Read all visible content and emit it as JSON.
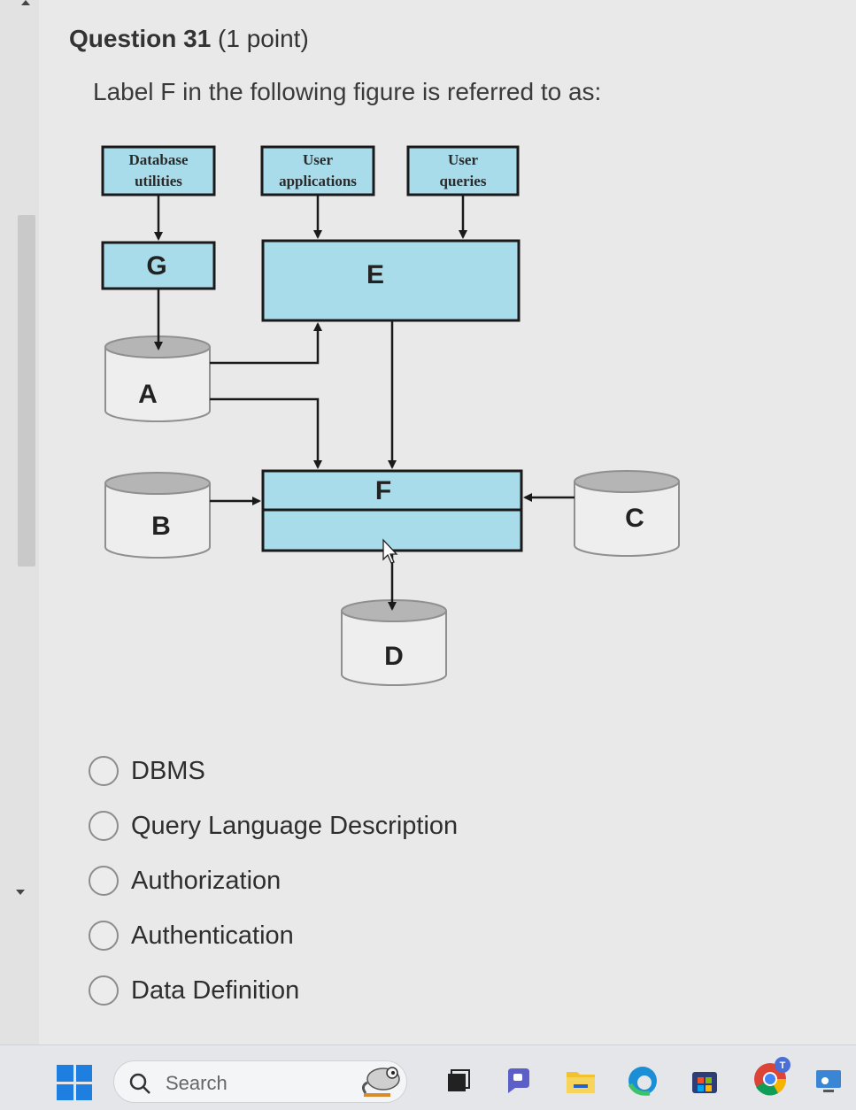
{
  "question": {
    "number_label": "Question 31",
    "points_label": "(1 point)",
    "prompt": "Label F in the following figure is referred to as:"
  },
  "figure": {
    "boxes": {
      "database_utilities": [
        "Database",
        "utilities"
      ],
      "user_applications": [
        "User",
        "applications"
      ],
      "user_queries": [
        "User",
        "queries"
      ]
    },
    "labels": {
      "g": "G",
      "e": "E",
      "f": "F",
      "a": "A",
      "b": "B",
      "c": "C",
      "d": "D"
    },
    "colors": {
      "box_fill": "#a9dcea",
      "box_stroke": "#1a1a1a",
      "cylinder_body": "#eeeeee",
      "cylinder_top": "#b5b5b5"
    }
  },
  "options": [
    {
      "label": "DBMS"
    },
    {
      "label": "Query Language Description"
    },
    {
      "label": "Authorization"
    },
    {
      "label": "Authentication"
    },
    {
      "label": "Data Definition"
    }
  ],
  "taskbar": {
    "search_placeholder": "Search",
    "icons": [
      "windows-start-icon",
      "search-icon",
      "lemur-widget-icon",
      "task-view-icon",
      "chat-icon",
      "file-explorer-icon",
      "edge-browser-icon",
      "store-icon",
      "chrome-icon",
      "remote-desktop-icon"
    ]
  }
}
